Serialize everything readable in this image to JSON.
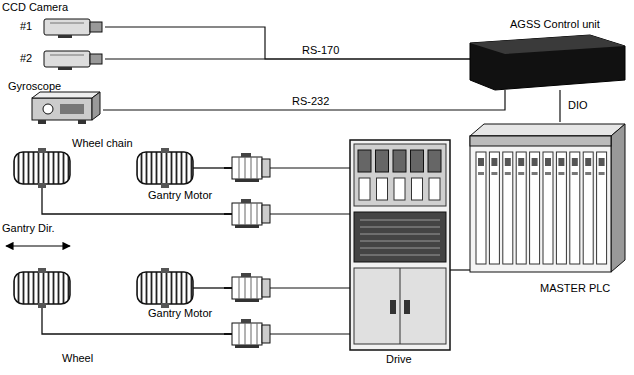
{
  "diagram": {
    "nodes": [
      {
        "text": [
          "CCD Camera",
          "#1"
        ]
      },
      {
        "text": [
          "#2"
        ]
      },
      {
        "text": [
          "Gyroscope"
        ]
      },
      {
        "text": [
          "AGSS Control unit"
        ]
      },
      {
        "text": [
          "MASTER PLC"
        ]
      },
      {
        "text": [
          "Drive"
        ]
      }
    ],
    "edges": [
      {
        "from": 0,
        "to": 3,
        "arrow": "none"
      },
      {
        "from": 1,
        "to": 3,
        "label": "RS-170",
        "arrow": "none"
      },
      {
        "from": 2,
        "to": 3,
        "label": "RS-232",
        "arrow": "none"
      },
      {
        "from": 3,
        "to": 4,
        "label": "DIO",
        "arrow": "none"
      },
      {
        "from": 4,
        "to": 5,
        "arrow": "none"
      }
    ],
    "labels": [
      "Wheel chain",
      "Gantry Motor",
      "Gantry Dir.",
      "Gantry Motor",
      "Wheel"
    ]
  }
}
